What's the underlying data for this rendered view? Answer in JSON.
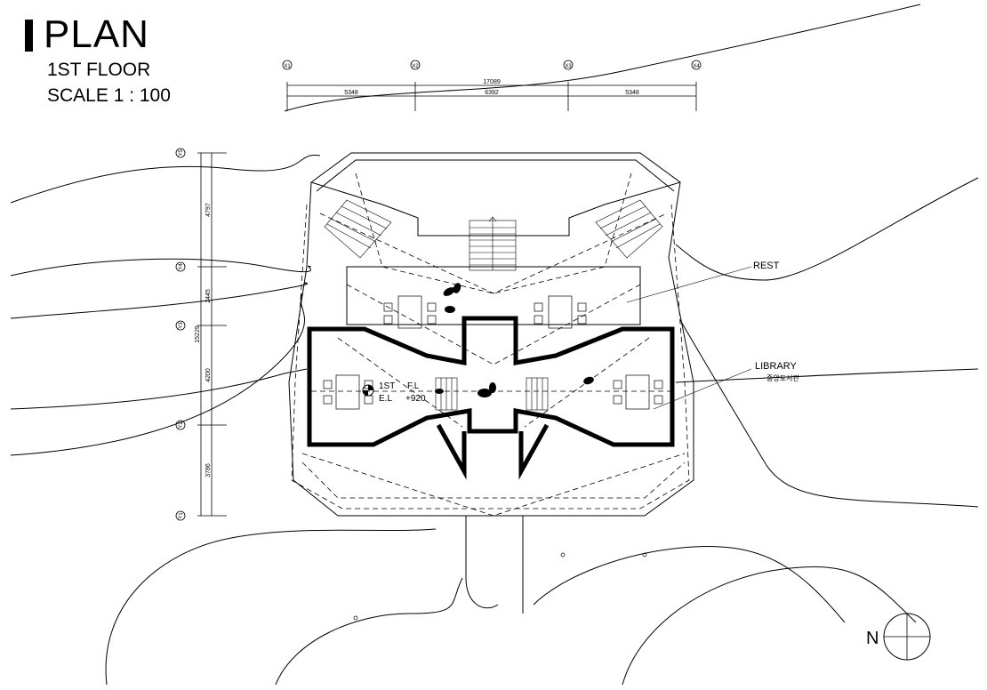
{
  "header": {
    "title": "PLAN",
    "floor": "1ST FLOOR",
    "scale": "SCALE  1 : 100"
  },
  "grid_x": {
    "markers": [
      "X1",
      "X2",
      "X3",
      "X4"
    ],
    "total": "17089",
    "segments": [
      "5348",
      "6392",
      "5348"
    ]
  },
  "grid_y": {
    "markers": [
      "Y5",
      "Y4",
      "Y3",
      "Y2",
      "Y1"
    ],
    "total": "15229",
    "segments": [
      "4797",
      "2445",
      "4200",
      "3786"
    ]
  },
  "labels": {
    "rest": "REST",
    "library": "LIBRARY",
    "library_korean": "중앙도서관"
  },
  "level": {
    "line1_a": "1ST",
    "line1_b": "F.L",
    "line2_a": "E.L",
    "line2_b": "+920"
  },
  "north": "N"
}
